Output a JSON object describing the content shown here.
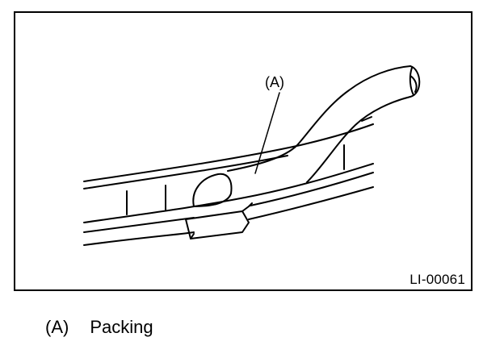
{
  "figure": {
    "callout_label": "(A)",
    "figure_id": "LI-00061"
  },
  "legend": {
    "items": [
      {
        "key": "(A)",
        "text": "Packing"
      }
    ]
  },
  "colors": {
    "stroke": "#000000",
    "background": "#ffffff"
  }
}
